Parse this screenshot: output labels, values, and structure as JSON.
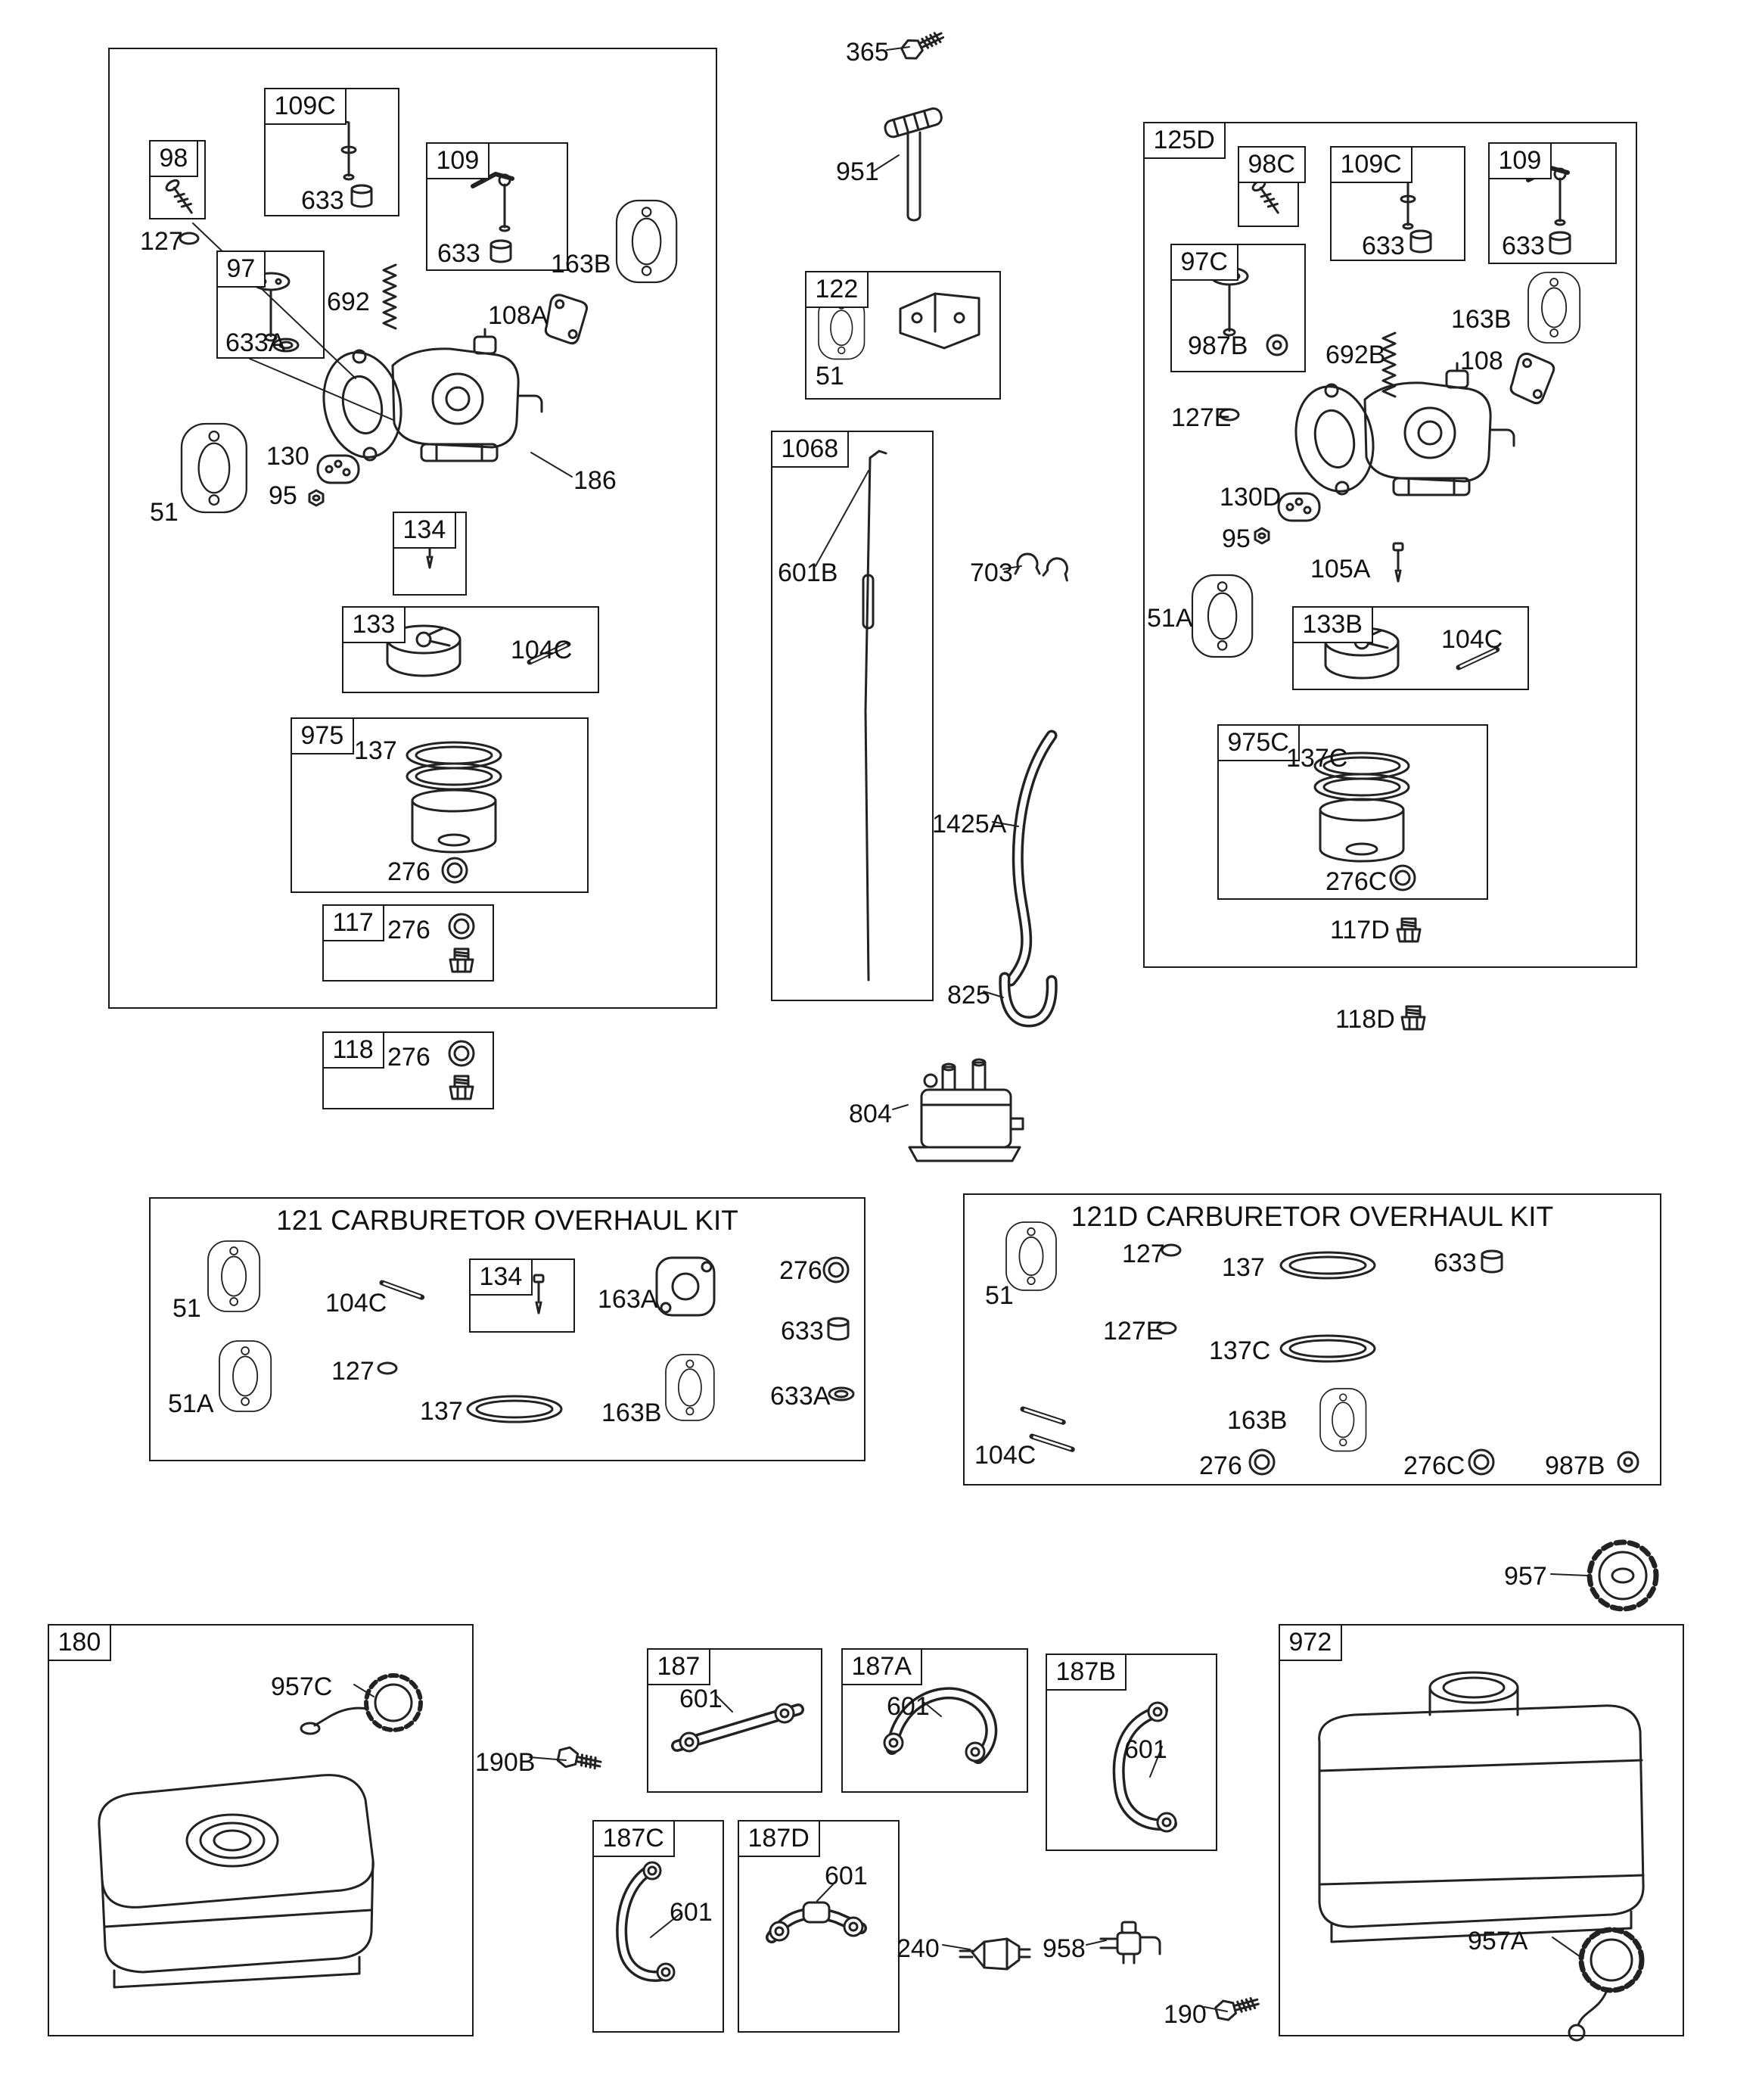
{
  "diagram": {
    "type": "exploded-parts-diagram",
    "subject": "Carburetor and Fuel Supply group",
    "line_color": "#222222",
    "background": "#ffffff"
  },
  "labels": {
    "51": "51",
    "51A": "51A",
    "95": "95",
    "97": "97",
    "97C": "97C",
    "98": "98",
    "98C": "98C",
    "104C": "104C",
    "105A": "105A",
    "108": "108",
    "108A": "108A",
    "109": "109",
    "109C": "109C",
    "117": "117",
    "117D": "117D",
    "118": "118",
    "118D": "118D",
    "121": "121 CARBURETOR OVERHAUL KIT",
    "121D": "121D CARBURETOR OVERHAUL KIT",
    "122": "122",
    "125D": "125D",
    "127": "127",
    "127E": "127E",
    "130": "130",
    "130D": "130D",
    "133": "133",
    "133B": "133B",
    "134": "134",
    "137": "137",
    "137C": "137C",
    "163A": "163A",
    "163B": "163B",
    "180": "180",
    "186": "186",
    "187": "187",
    "187A": "187A",
    "187B": "187B",
    "187C": "187C",
    "187D": "187D",
    "190": "190",
    "190B": "190B",
    "240": "240",
    "276": "276",
    "276C": "276C",
    "365": "365",
    "601": "601",
    "601B": "601B",
    "633": "633",
    "633A": "633A",
    "692": "692",
    "692B": "692B",
    "703": "703",
    "804": "804",
    "825": "825",
    "951": "951",
    "957": "957",
    "957A": "957A",
    "957C": "957C",
    "958": "958",
    "972": "972",
    "975": "975",
    "975C": "975C",
    "987B": "987B",
    "1068": "1068",
    "1425A": "1425A"
  }
}
